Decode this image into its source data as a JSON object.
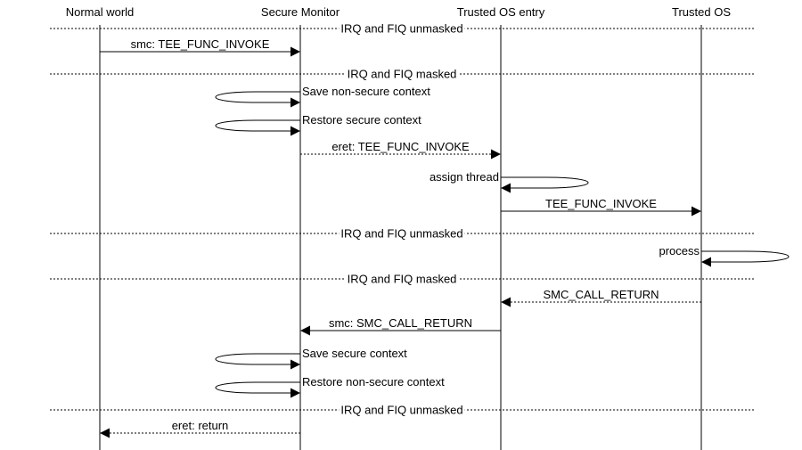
{
  "participants": [
    {
      "id": "nw",
      "label": "Normal world"
    },
    {
      "id": "sm",
      "label": "Secure Monitor"
    },
    {
      "id": "te",
      "label": "Trusted OS entry"
    },
    {
      "id": "to",
      "label": "Trusted OS"
    }
  ],
  "steps": [
    {
      "kind": "divider",
      "label": "IRQ and FIQ unmasked"
    },
    {
      "kind": "message",
      "from": "nw",
      "to": "sm",
      "style": "solid",
      "label": "smc: TEE_FUNC_INVOKE"
    },
    {
      "kind": "divider",
      "label": "IRQ and FIQ masked"
    },
    {
      "kind": "self",
      "on": "sm",
      "direction": "left",
      "label": "Save non-secure context"
    },
    {
      "kind": "self",
      "on": "sm",
      "direction": "left",
      "label": "Restore secure context"
    },
    {
      "kind": "message",
      "from": "sm",
      "to": "te",
      "style": "dashed",
      "label": "eret: TEE_FUNC_INVOKE"
    },
    {
      "kind": "self",
      "on": "te",
      "direction": "right",
      "label": "assign thread"
    },
    {
      "kind": "message",
      "from": "te",
      "to": "to",
      "style": "solid",
      "label": "TEE_FUNC_INVOKE"
    },
    {
      "kind": "divider",
      "label": "IRQ and FIQ unmasked"
    },
    {
      "kind": "self",
      "on": "to",
      "direction": "right",
      "label": "process"
    },
    {
      "kind": "divider",
      "label": "IRQ and FIQ masked"
    },
    {
      "kind": "message",
      "from": "to",
      "to": "te",
      "style": "dashed",
      "label": "SMC_CALL_RETURN"
    },
    {
      "kind": "message",
      "from": "te",
      "to": "sm",
      "style": "solid",
      "label": "smc: SMC_CALL_RETURN"
    },
    {
      "kind": "self",
      "on": "sm",
      "direction": "left",
      "label": "Save secure context"
    },
    {
      "kind": "self",
      "on": "sm",
      "direction": "left",
      "label": "Restore non-secure context"
    },
    {
      "kind": "divider",
      "label": "IRQ and FIQ unmasked"
    },
    {
      "kind": "message",
      "from": "sm",
      "to": "nw",
      "style": "dashed",
      "label": "eret: return"
    }
  ]
}
